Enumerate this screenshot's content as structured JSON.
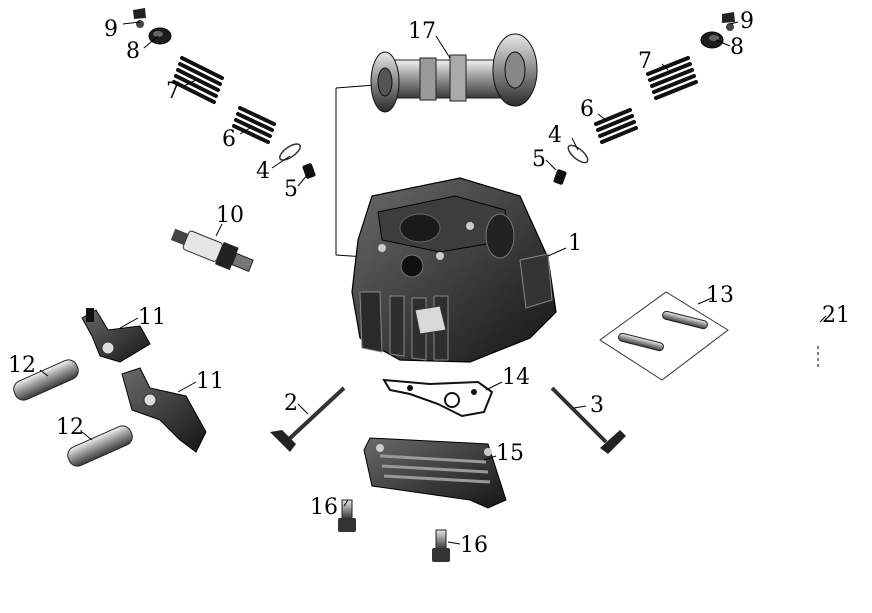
{
  "callouts": {
    "c1": "1",
    "c2": "2",
    "c3": "3",
    "c4a": "4",
    "c4b": "4",
    "c5a": "5",
    "c5b": "5",
    "c6a": "6",
    "c6b": "6",
    "c7a": "7",
    "c7b": "7",
    "c8a": "8",
    "c8b": "8",
    "c9a": "9",
    "c9b": "9",
    "c10": "10",
    "c11a": "11",
    "c11b": "11",
    "c12a": "12",
    "c12b": "12",
    "c13": "13",
    "c14": "14",
    "c15": "15",
    "c16a": "16",
    "c16b": "16",
    "c17": "17",
    "c21": "21"
  }
}
